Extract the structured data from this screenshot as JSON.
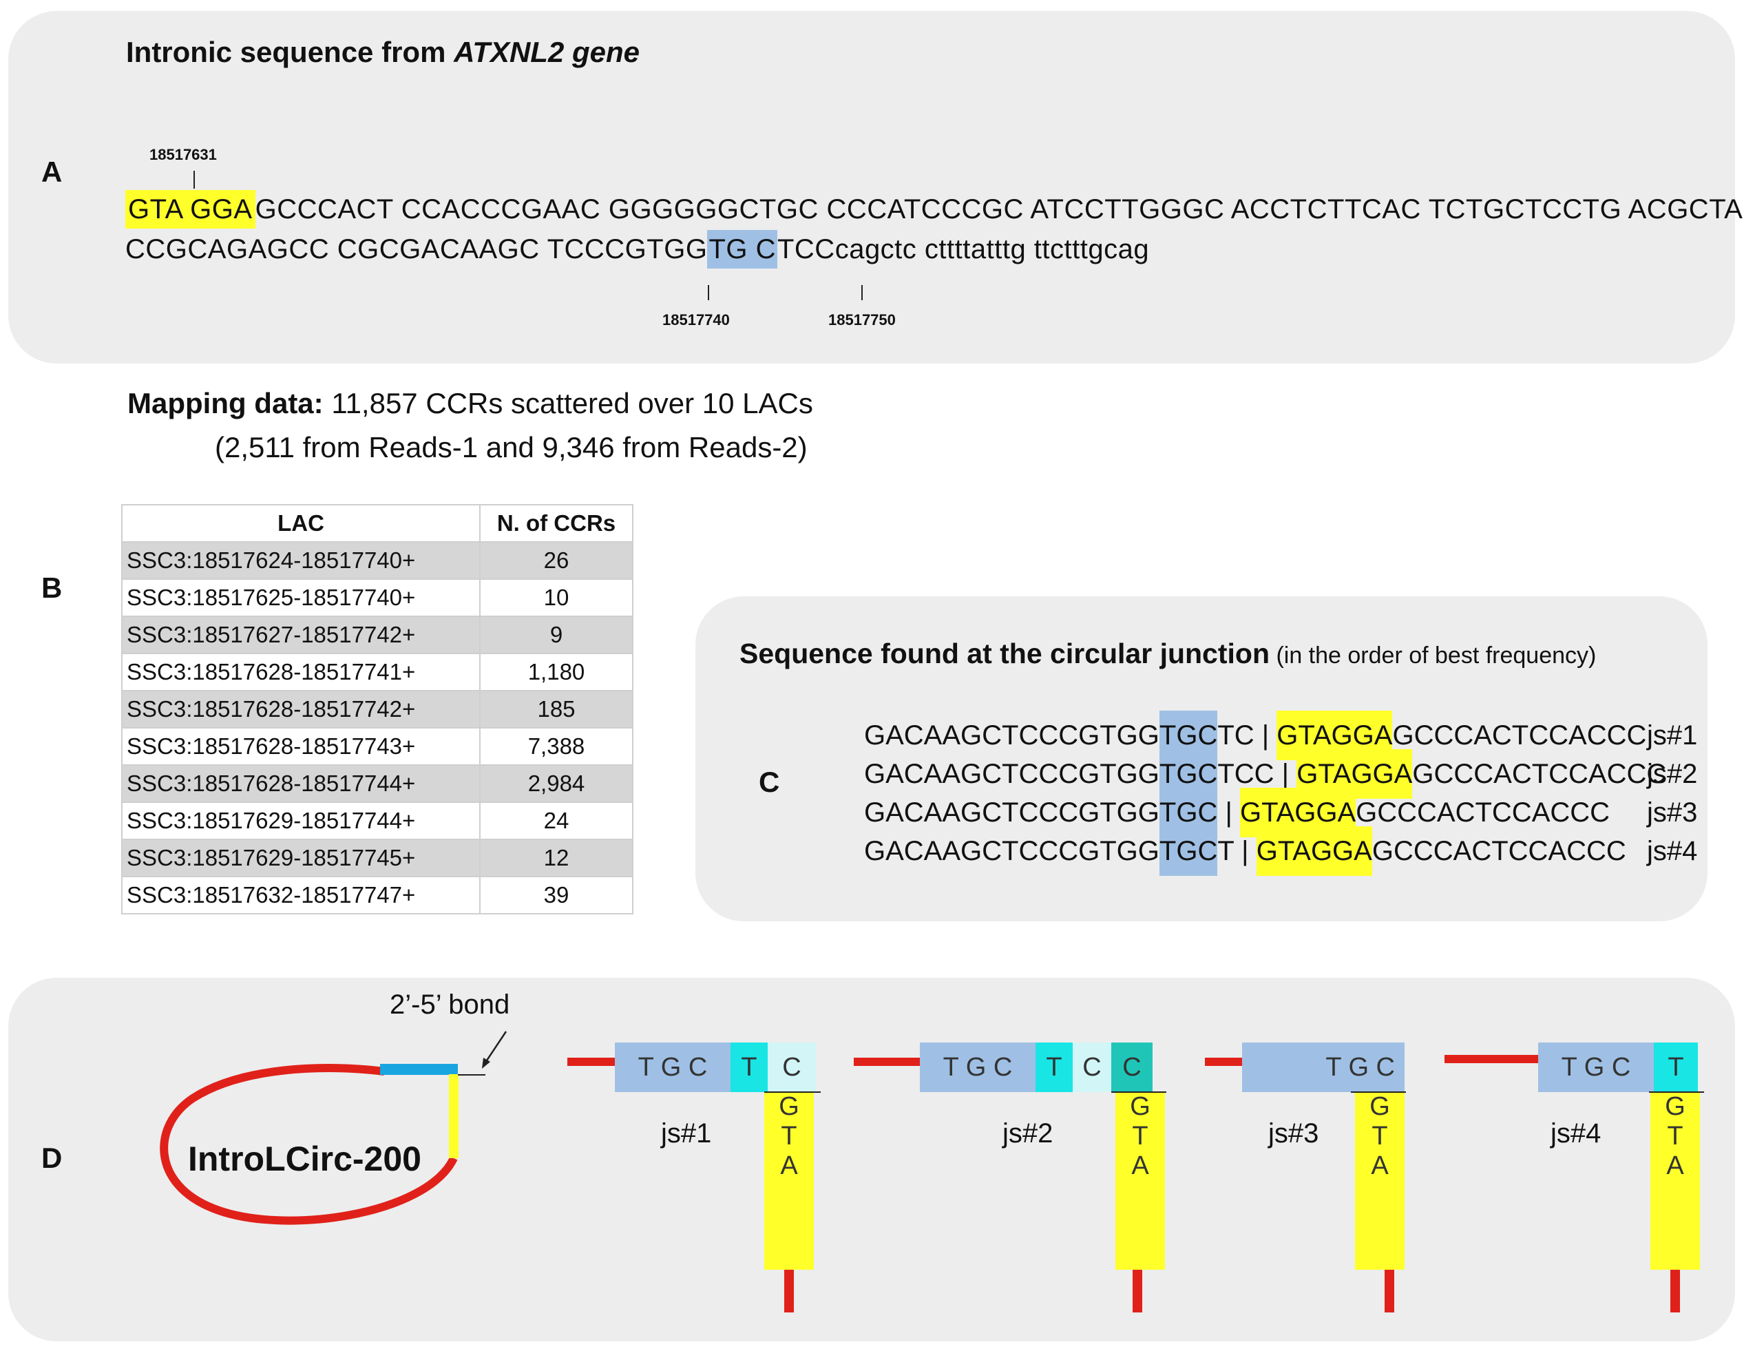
{
  "panel_a": {
    "letter": "A",
    "title_prefix": "Intronic sequence from ",
    "title_gene": "ATXNL2 gene",
    "coord_top": "18517631",
    "line1_hl": "GTA GGA",
    "line1_rest": "GCCCACT CCACCCGAAC GGGGGGCTGC CCCATCCCGC ATCCTTGGGC ACCTCTTCAC TCTGCTCCTG ACGCTAGGAT",
    "line2_pre": "CCGCAGAGCC CGCGACAAGC TCCCGTGG",
    "line2_hl": "TG C",
    "line2_post": "TCCcagctc cttttatttg ttctttgcag",
    "coord_b1": "18517740",
    "coord_b2": "18517750"
  },
  "mapping": {
    "label": "Mapping data:",
    "line1": " 11,857 CCRs scattered over 10 LACs",
    "line2": "(2,511 from Reads-1 and 9,346 from Reads-2)"
  },
  "panel_b": {
    "letter": "B",
    "headers": [
      "LAC",
      "N. of CCRs"
    ],
    "rows": [
      [
        "SSC3:18517624-18517740+",
        "26"
      ],
      [
        "SSC3:18517625-18517740+",
        "10"
      ],
      [
        "SSC3:18517627-18517742+",
        "9"
      ],
      [
        "SSC3:18517628-18517741+",
        "1,180"
      ],
      [
        "SSC3:18517628-18517742+",
        "185"
      ],
      [
        "SSC3:18517628-18517743+",
        "7,388"
      ],
      [
        "SSC3:18517628-18517744+",
        "2,984"
      ],
      [
        "SSC3:18517629-18517744+",
        "24"
      ],
      [
        "SSC3:18517629-18517745+",
        "12"
      ],
      [
        "SSC3:18517632-18517747+",
        "39"
      ]
    ]
  },
  "panel_c": {
    "letter": "C",
    "title": "Sequence found at the circular junction",
    "subtitle": " (in the order of best frequency)",
    "rows": [
      {
        "a": "GACAAGCTCCCGTGG",
        "b": "TGC",
        "c": "TC",
        "sep": " | ",
        "d": "GTAGGA",
        "e": "GCCCACTCCACCC",
        "label": "js#1"
      },
      {
        "a": "GACAAGCTCCCGTGG",
        "b": "TGC",
        "c": "TCC",
        "sep": " | ",
        "d": "GTAGGA",
        "e": "GCCCACTCCACCC",
        "label": "js#2"
      },
      {
        "a": "GACAAGCTCCCGTGG",
        "b": "TGC",
        "c": "",
        "sep": " | ",
        "d": "GTAGGA",
        "e": "GCCCACTCCACCC",
        "label": "js#3"
      },
      {
        "a": "GACAAGCTCCCGTGG",
        "b": "TGC",
        "c": "T",
        "sep": " | ",
        "d": "GTAGGA",
        "e": "GCCCACTCCACCC",
        "label": "js#4"
      }
    ]
  },
  "panel_d": {
    "letter": "D",
    "bond_label": "2’-5’ bond",
    "circ_label": "IntroLCirc-200",
    "js_labels": [
      "js#1",
      "js#2",
      "js#3",
      "js#4"
    ],
    "tgc": "T G C",
    "t": "T",
    "c": "C",
    "g": "G",
    "a": "A",
    "colors": {
      "red": "#e0211a",
      "blue": "#9fc0e4",
      "cyan": "#19e5e5",
      "teal": "#1fc6b8",
      "pale": "#d2f6f8",
      "yellow": "#ffff2a"
    }
  }
}
